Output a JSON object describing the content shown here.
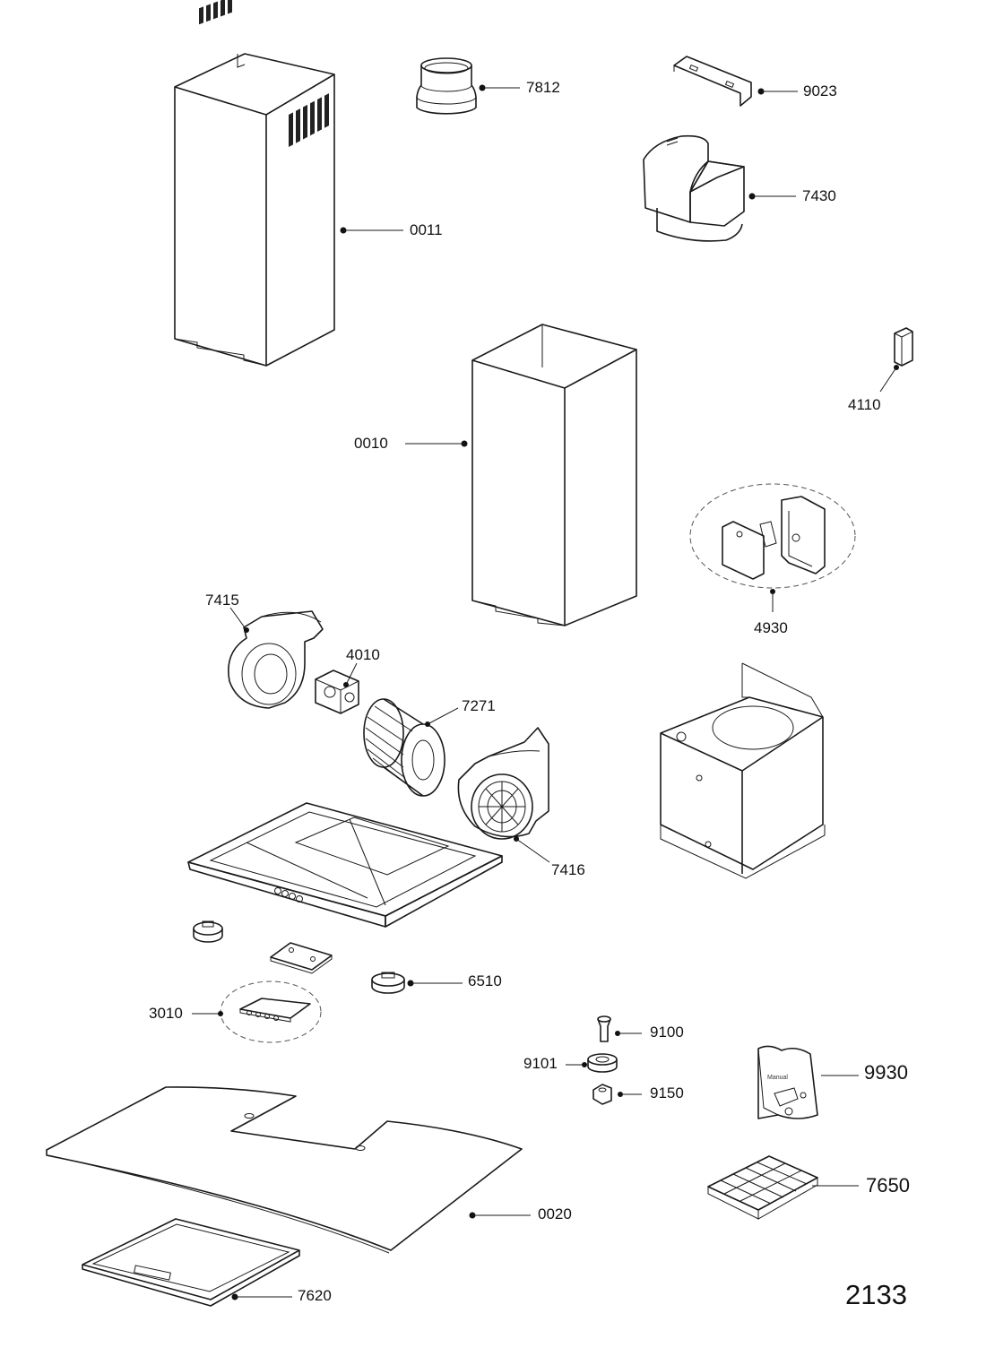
{
  "diagram": {
    "page_number": "2133",
    "manual_text": "Manual",
    "parts": {
      "p0011": "0011",
      "p7812": "7812",
      "p9023": "9023",
      "p7430": "7430",
      "p4110": "4110",
      "p0010": "0010",
      "p4930": "4930",
      "p7415": "7415",
      "p4010": "4010",
      "p7271": "7271",
      "p7416": "7416",
      "p6510": "6510",
      "p3010": "3010",
      "p9100": "9100",
      "p9101": "9101",
      "p9150": "9150",
      "p9930": "9930",
      "p7650": "7650",
      "p0020": "0020",
      "p7620": "7620"
    }
  }
}
